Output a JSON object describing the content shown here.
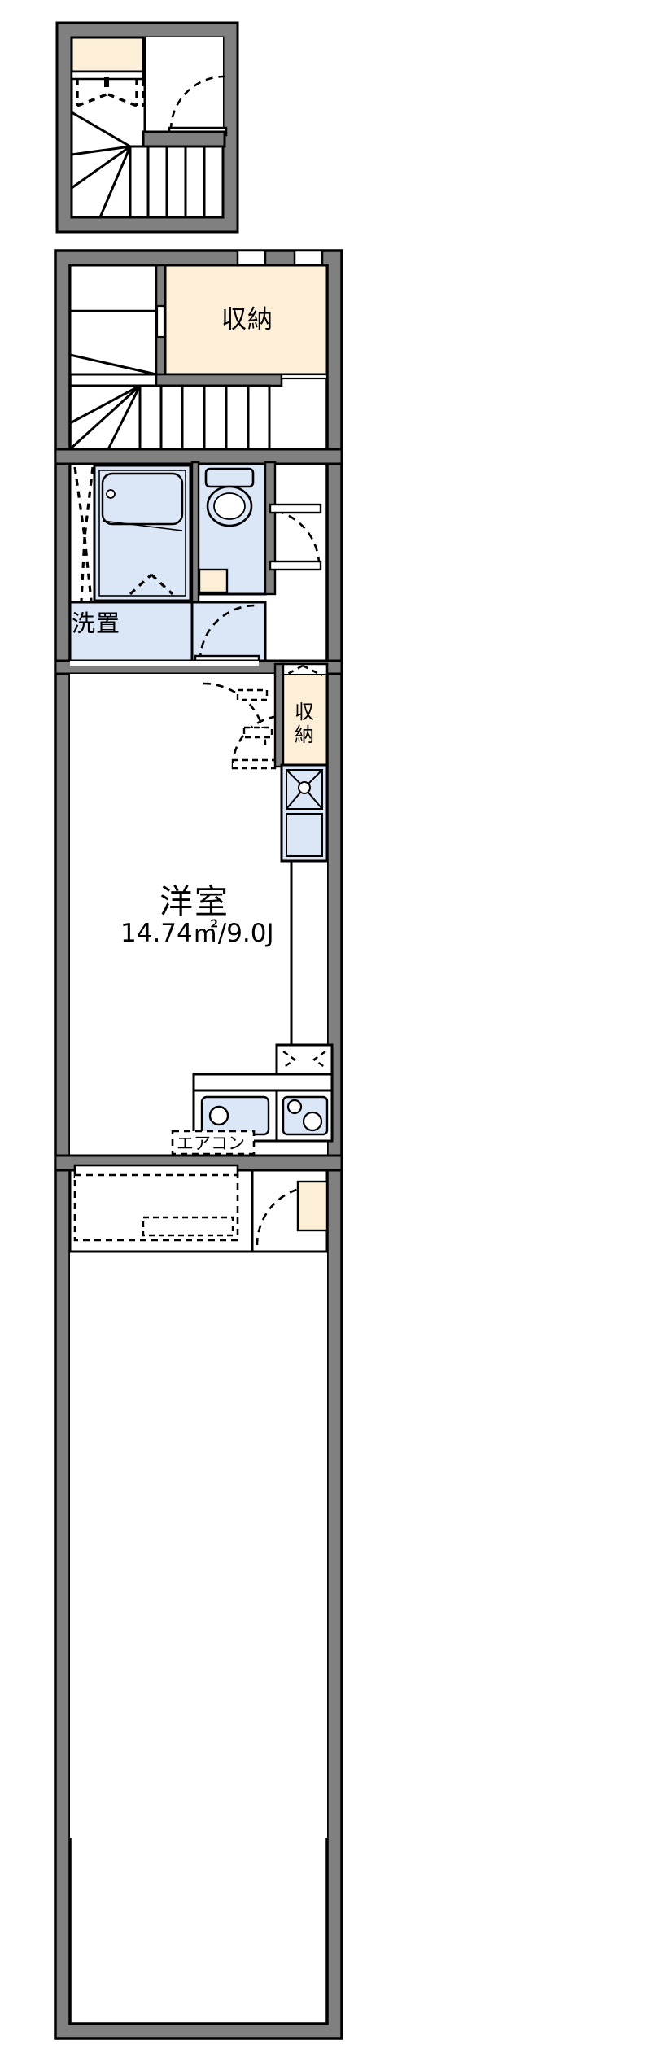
{
  "plan": {
    "type": "japanese-apartment-floor-plan",
    "title": "間取り図",
    "colors": {
      "wall_fill": "#808080",
      "wall_outline": "#000000",
      "storage_fill": "#fdeed8",
      "water_fill": "#dbe6f7",
      "background": "#ffffff",
      "line": "#000000"
    },
    "sections": [
      {
        "id": "upper-detail",
        "name": "upper-stair-detail-plan",
        "labels": []
      },
      {
        "id": "main-floor",
        "name": "main-floor-plan",
        "labels": [
          {
            "key": "storage_upper",
            "text": "収納"
          },
          {
            "key": "storage_lower",
            "text_line1": "収納",
            "text_line2": ""
          },
          {
            "key": "washer",
            "text": "洗置"
          },
          {
            "key": "room_name",
            "text": "洋室"
          },
          {
            "key": "room_area",
            "text": "14.74㎡/9.0J"
          },
          {
            "key": "aircon",
            "text": "エアコン"
          }
        ]
      }
    ]
  },
  "labels": {
    "storage_top": "収納",
    "storage_right_1": "収",
    "storage_right_2": "納",
    "washer": "洗置",
    "room_name": "洋室",
    "room_area": "14.74㎡/9.0J",
    "aircon": "エアコン"
  },
  "rooms": [
    {
      "name": "収納",
      "kind": "closet",
      "position": "top"
    },
    {
      "name": "収納",
      "kind": "closet",
      "position": "mid-right"
    },
    {
      "name": "洗置",
      "kind": "washer-space",
      "position": "mid-left"
    },
    {
      "name": "洋室",
      "kind": "western-room",
      "area_sqm": "14.74",
      "area_jo": "9.0",
      "area_text": "14.74㎡/9.0J"
    },
    {
      "name": "エアコン",
      "kind": "air-conditioner",
      "position": "bottom"
    },
    {
      "name": "浴室",
      "kind": "bathroom",
      "position": "mid-left"
    },
    {
      "name": "トイレ",
      "kind": "toilet",
      "position": "mid-right"
    },
    {
      "name": "階段",
      "kind": "stairs",
      "position": "top"
    },
    {
      "name": "キッチン",
      "kind": "kitchen",
      "position": "bottom"
    }
  ],
  "fixtures": [
    {
      "name": "bathtub",
      "icon": "bathtub-icon"
    },
    {
      "name": "toilet",
      "icon": "toilet-icon"
    },
    {
      "name": "sink",
      "icon": "sink-icon"
    },
    {
      "name": "kitchen-sink",
      "icon": "kitchen-sink-icon"
    },
    {
      "name": "gas-stove",
      "icon": "stove-icon"
    },
    {
      "name": "stairs",
      "icon": "stairs-icon"
    },
    {
      "name": "balcony",
      "icon": "balcony-icon"
    }
  ]
}
